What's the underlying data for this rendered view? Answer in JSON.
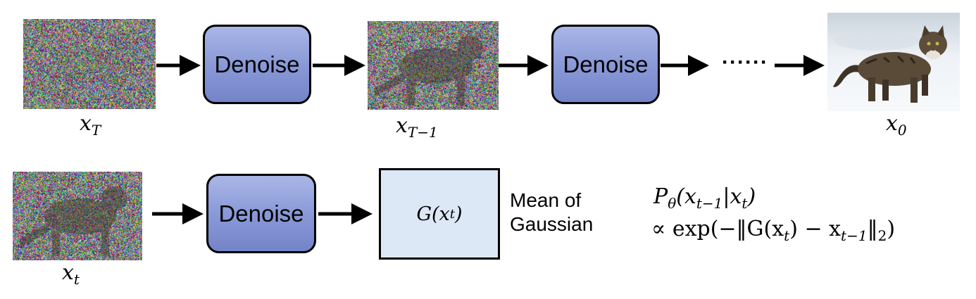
{
  "row1": {
    "images": [
      {
        "id": "xT",
        "label_var": "x",
        "label_sub": "T"
      },
      {
        "id": "xTm1",
        "label_var": "x",
        "label_sub": "T−1"
      },
      {
        "id": "x0",
        "label_var": "x",
        "label_sub": "0"
      }
    ],
    "denoise_labels": [
      "Denoise",
      "Denoise"
    ],
    "ellipsis": "······"
  },
  "row2": {
    "image": {
      "id": "xt",
      "label_var": "x",
      "label_sub": "t"
    },
    "denoise_label": "Denoise",
    "g_box": {
      "text_pre": "G(x",
      "text_sub": "t",
      "text_post": ")"
    },
    "caption_line1": "Mean of",
    "caption_line2": "Gaussian",
    "formula_line1": {
      "p": "P",
      "p_sub": "θ",
      "open": "(x",
      "sub1": "t−1",
      "bar": "|x",
      "sub2": "t",
      "close": ")"
    },
    "formula_line2": {
      "prefix": "∝ exp(−‖G(x",
      "sub1": "t",
      "mid": ")  − x",
      "sub2": "t−1",
      "end": "‖",
      "sub3": "2",
      "close": ")"
    }
  },
  "colors": {
    "denoise_fill": "#8797d6",
    "g_box_fill": "#dde8f6",
    "arrow": "#000000"
  }
}
